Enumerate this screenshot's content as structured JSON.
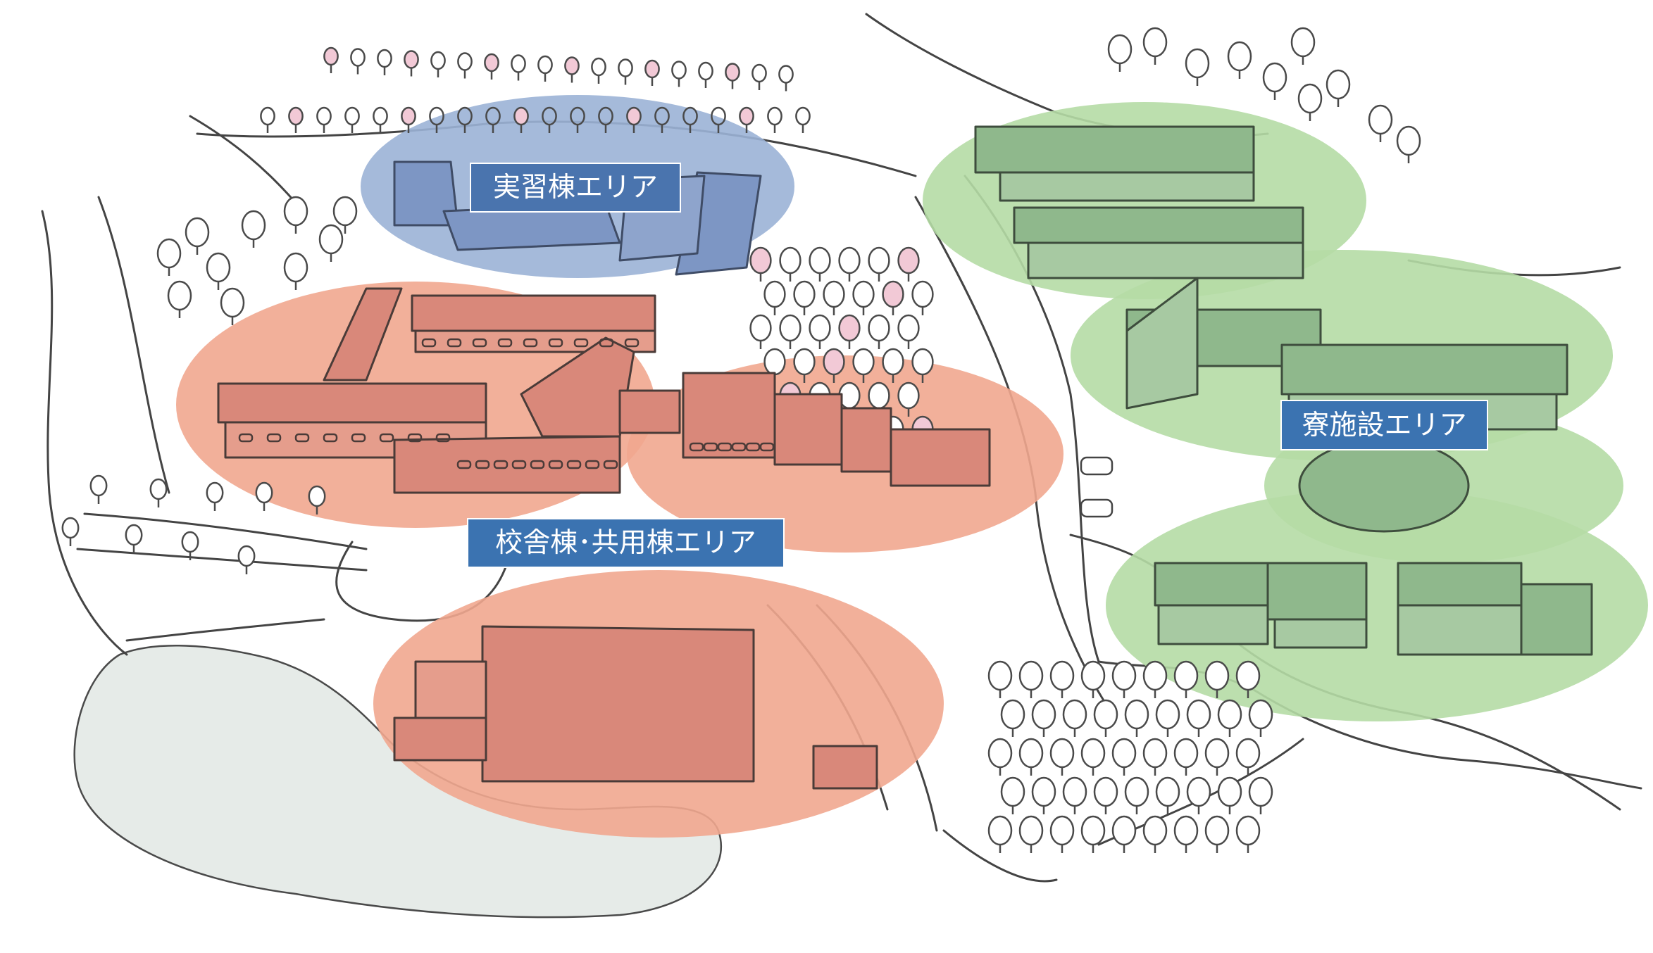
{
  "map": {
    "areas": [
      {
        "id": "practice",
        "label": "実習棟エリア",
        "color": "#4a74ae",
        "fill": "#9bb3d6"
      },
      {
        "id": "school",
        "label": "校舎棟･共用棟エリア",
        "color": "#3b73b1",
        "fill": "#f1a78f"
      },
      {
        "id": "dorm",
        "label": "寮施設エリア",
        "color": "#3b73b1",
        "fill": "#b5dca5"
      }
    ],
    "colors": {
      "line": "#4a4a4a",
      "pond": "#e6ebe8",
      "tree_pink": "#f2c9d6",
      "building_orange": "#d9887a",
      "building_green": "#8fb88c",
      "building_blue": "#7d96c4"
    }
  }
}
